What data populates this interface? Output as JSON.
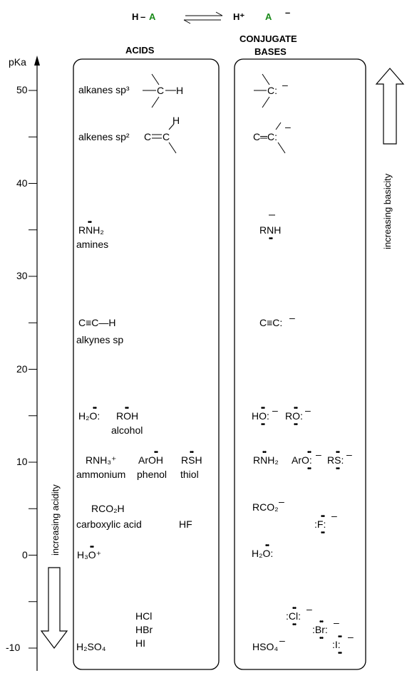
{
  "equation": {
    "ha_h": "H",
    "ha_dash": "–",
    "ha_a": "A",
    "h_plus": "H⁺",
    "a_minus": "A",
    "a_charge": "–",
    "green": "#1a8a1a"
  },
  "axis": {
    "label": "pKa",
    "ticks": [
      "50",
      "40",
      "30",
      "20",
      "10",
      "0",
      "-10"
    ]
  },
  "headers": {
    "acids": "ACIDS",
    "bases_line1": "CONJUGATE",
    "bases_line2": "BASES"
  },
  "acids": {
    "alkanes": "alkanes sp³",
    "alkanes_c": "C",
    "alkanes_h": "H",
    "alkenes": "alkenes sp²",
    "alkenes_c1": "C",
    "alkenes_c2": "C",
    "alkenes_h": "H",
    "amine_formula": "RNH₂",
    "amines": "amines",
    "alkyne_formula": "C≡C—H",
    "alkynes": "alkynes sp",
    "water_formula": "H₂O:",
    "alcohol_formula": "ROH",
    "alcohol": "alcohol",
    "ammonium_formula": "RNH₃⁺",
    "ammonium": "ammonium",
    "phenol_formula": "ArOH",
    "phenol": "phenol",
    "thiol_formula": "RSH",
    "thiol": "thiol",
    "carboxylic_formula": "RCO₂H",
    "carboxylic": "carboxylic acid",
    "hf": "HF",
    "hydronium": "H₃O⁺",
    "hcl": "HCl",
    "hbr": "HBr",
    "hi": "HI",
    "h2so4": "H₂SO₄"
  },
  "bases": {
    "alkanide_c": "C:",
    "alkenide": "C═C:",
    "amide": "RNH",
    "acetylide": "C≡C:",
    "hydroxide": "HO:",
    "alkoxide": "RO:",
    "amine": "RNH₂",
    "phenoxide": "ArO:",
    "thiolate": "RS:",
    "carboxylate": "RCO₂",
    "fluoride": ":F:",
    "water": "H₂O:",
    "chloride": ":Cl:",
    "bromide": ":Br:",
    "iodide": ":I:",
    "bisulfate": "HSO₄",
    "minus": "–"
  },
  "arrows": {
    "acidity": "increasing acidity",
    "basicity": "increasing basicity"
  }
}
